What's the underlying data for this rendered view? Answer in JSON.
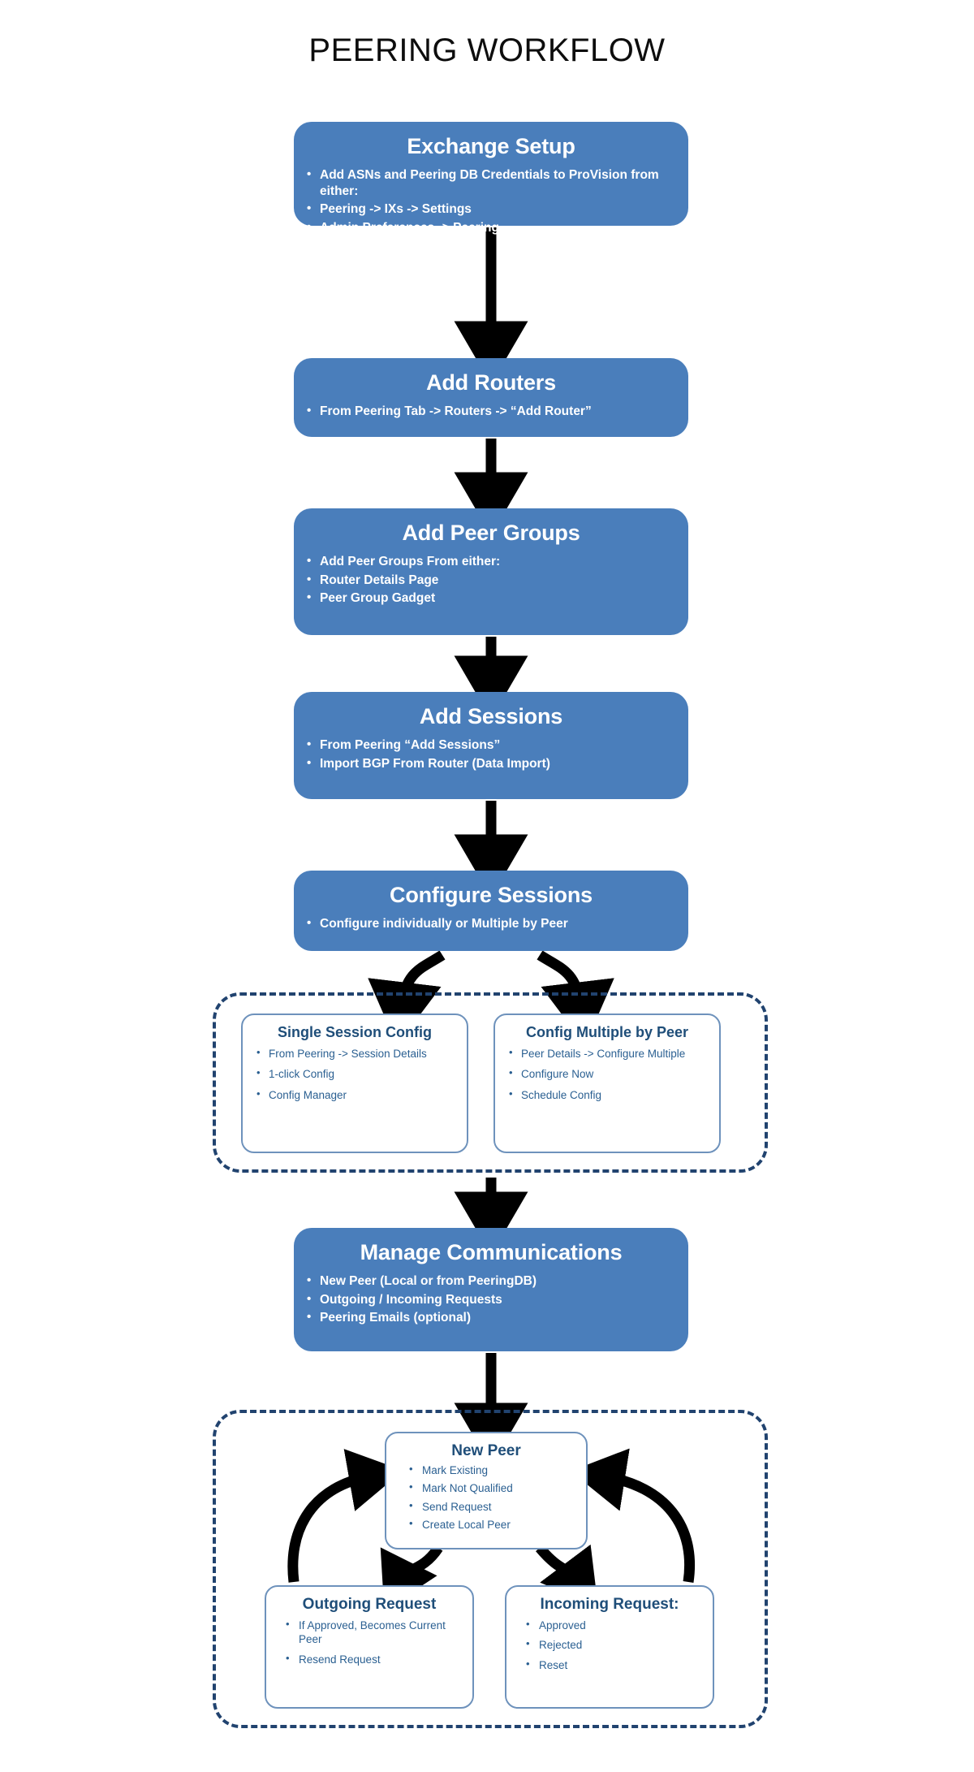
{
  "title": "PEERING WORKFLOW",
  "colors": {
    "stage_fill": "#4a7ebb",
    "stage_text": "#ffffff",
    "group_border": "#21436f",
    "subbox_border": "#6e92bc",
    "subbox_title": "#1f4e79",
    "subbox_text": "#2a5f91",
    "arrow": "#000000",
    "title_text": "#0d0d0d"
  },
  "stages": [
    {
      "id": "exchange-setup",
      "title": "Exchange Setup",
      "bullets": [
        {
          "level": 1,
          "text": "Add ASNs and Peering DB Credentials to ProVision from either:"
        },
        {
          "level": 2,
          "text": "Peering -> IXs -> Settings"
        },
        {
          "level": 2,
          "text": "Admin Preferences -> Peering"
        }
      ]
    },
    {
      "id": "add-routers",
      "title": "Add Routers",
      "bullets": [
        {
          "level": 1,
          "text": "From Peering Tab -> Routers -> “Add Router”"
        }
      ]
    },
    {
      "id": "add-peer-groups",
      "title": "Add Peer Groups",
      "bullets": [
        {
          "level": 1,
          "text": "Add Peer Groups From either:"
        },
        {
          "level": 2,
          "text": "Router Details Page"
        },
        {
          "level": 2,
          "text": "Peer Group Gadget"
        }
      ]
    },
    {
      "id": "add-sessions",
      "title": "Add Sessions",
      "bullets": [
        {
          "level": 1,
          "text": "From  Peering “Add Sessions”"
        },
        {
          "level": 1,
          "text": "Import BGP From Router (Data Import)"
        }
      ]
    },
    {
      "id": "configure-sessions",
      "title": "Configure Sessions",
      "bullets": [
        {
          "level": 1,
          "text": "Configure individually or Multiple by Peer"
        }
      ]
    },
    {
      "id": "manage-communications",
      "title": "Manage Communications",
      "bullets": [
        {
          "level": 1,
          "text": "New Peer (Local or from PeeringDB)"
        },
        {
          "level": 1,
          "text": "Outgoing / Incoming Requests"
        },
        {
          "level": 1,
          "text": "Peering Emails (optional)"
        }
      ]
    }
  ],
  "config_group": {
    "boxes": [
      {
        "id": "single-session-config",
        "title": "Single Session Config",
        "bullets": [
          "From Peering -> Session Details",
          "1-click Config",
          "Config Manager"
        ]
      },
      {
        "id": "config-multiple-by-peer",
        "title": "Config Multiple by Peer",
        "bullets": [
          "Peer Details -> Configure Multiple",
          "Configure Now",
          "Schedule Config"
        ]
      }
    ]
  },
  "comms_group": {
    "boxes": [
      {
        "id": "new-peer",
        "title": "New Peer",
        "bullets": [
          "Mark Existing",
          "Mark Not Qualified",
          "Send Request",
          "Create Local Peer"
        ]
      },
      {
        "id": "outgoing-request",
        "title": "Outgoing Request",
        "bullets": [
          "If Approved, Becomes Current Peer",
          "Resend Request"
        ]
      },
      {
        "id": "incoming-request",
        "title": "Incoming Request:",
        "bullets": [
          "Approved",
          "Rejected",
          "Reset"
        ]
      }
    ]
  }
}
